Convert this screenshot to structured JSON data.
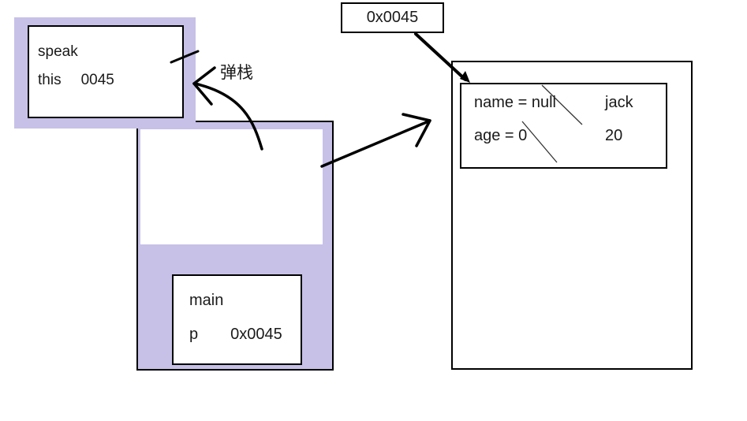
{
  "colors": {
    "stack_fill": "#c7c1e8",
    "outline": "#000000",
    "canvas_bg": "#ffffff"
  },
  "stack": {
    "speak_frame": {
      "label": "speak",
      "variable": "this",
      "value": "0045"
    },
    "main_frame": {
      "label": "main",
      "variable": "p",
      "value": "0x0045"
    }
  },
  "heap": {
    "address_label": "0x0045",
    "object_fields": [
      {
        "declaration": "name = null",
        "updated_value": "jack"
      },
      {
        "declaration": "age = 0",
        "updated_value": "20"
      }
    ]
  },
  "annotations": {
    "pop_stack": "弹栈"
  }
}
